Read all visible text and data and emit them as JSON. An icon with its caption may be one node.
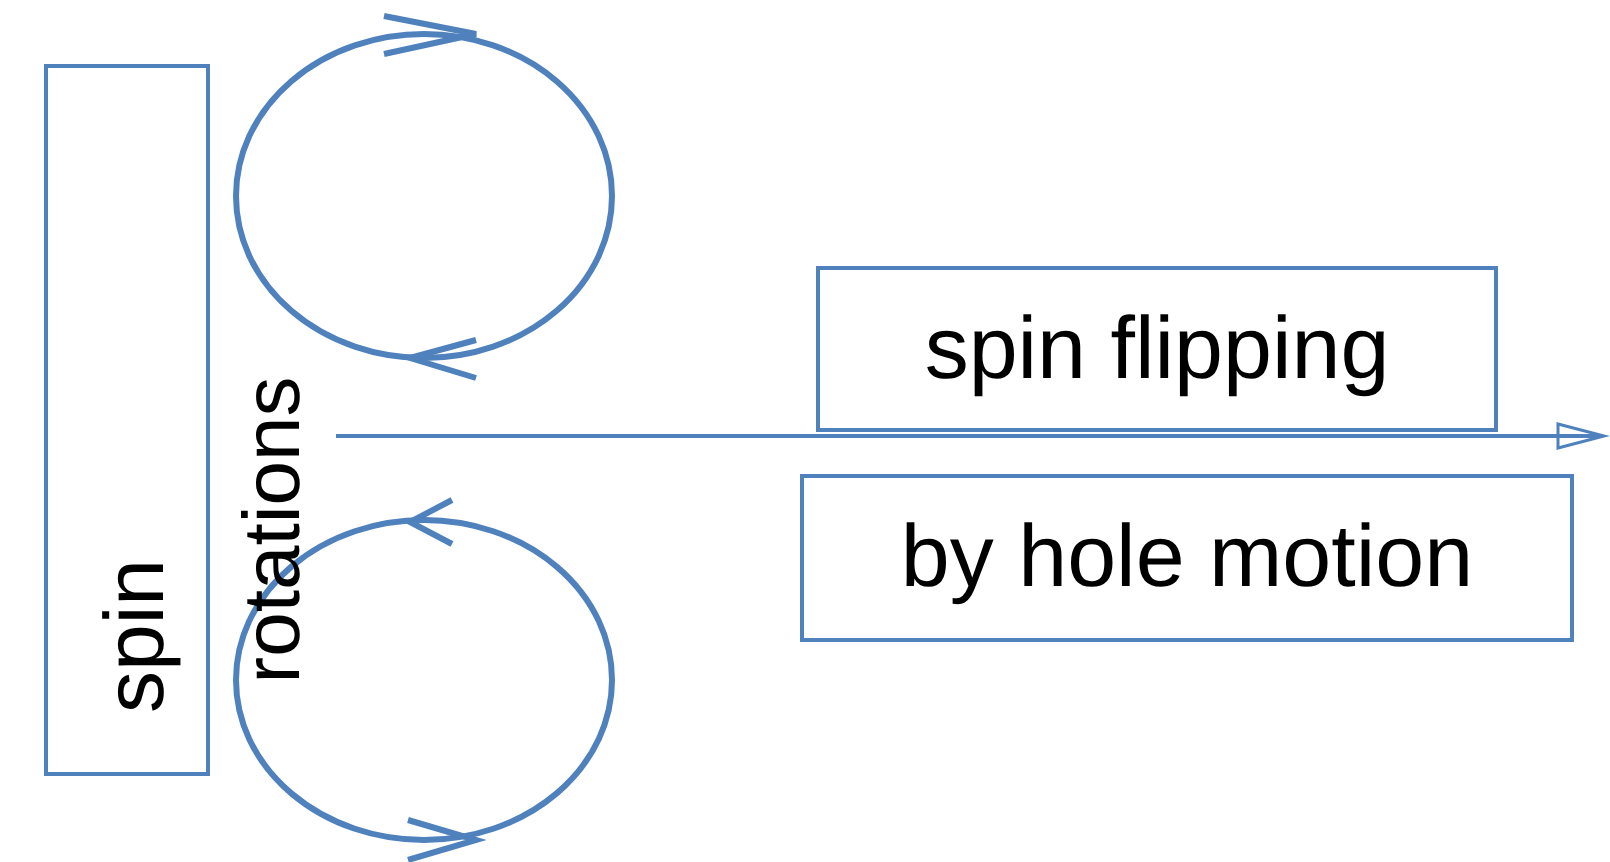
{
  "diagram": {
    "nodes": [
      {
        "text": [
          "spin"
        ]
      },
      {
        "text": [
          "spin flipping"
        ]
      },
      {
        "text": [
          "by hole motion"
        ]
      }
    ],
    "labels": [
      "rotations"
    ]
  }
}
